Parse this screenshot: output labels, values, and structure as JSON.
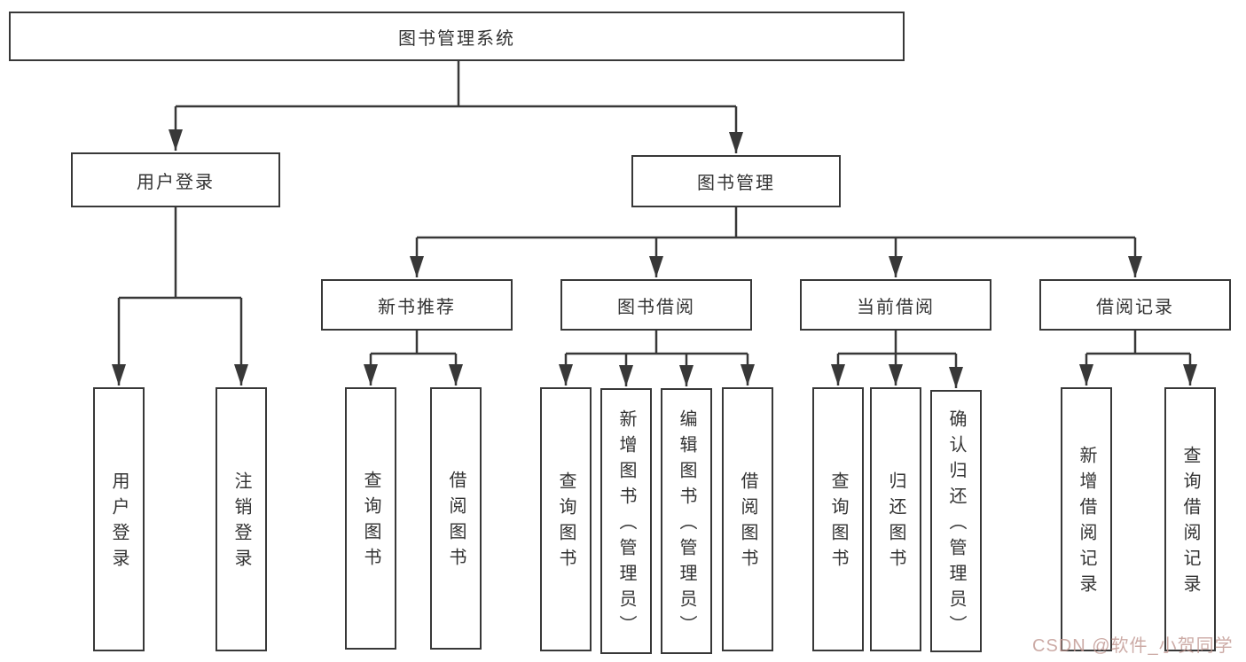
{
  "colors": {
    "line": "#383838",
    "box_border": "#383838",
    "text": "#333333",
    "watermark": "rgba(191,150,144,0.8)"
  },
  "tree": {
    "root": {
      "label": "图书管理系统"
    },
    "level2": [
      {
        "label": "用户登录",
        "leaves": [
          {
            "label": "用户登录"
          },
          {
            "label": "注销登录"
          }
        ]
      },
      {
        "label": "图书管理",
        "groups": [
          {
            "label": "新书推荐",
            "leaves": [
              {
                "label": "查询图书"
              },
              {
                "label": "借阅图书"
              }
            ]
          },
          {
            "label": "图书借阅",
            "leaves": [
              {
                "label": "查询图书"
              },
              {
                "label": "新增图书（管理员）"
              },
              {
                "label": "编辑图书（管理员）"
              },
              {
                "label": "借阅图书"
              }
            ]
          },
          {
            "label": "当前借阅",
            "leaves": [
              {
                "label": "查询图书"
              },
              {
                "label": "归还图书"
              },
              {
                "label": "确认归还（管理员）"
              }
            ]
          },
          {
            "label": "借阅记录",
            "leaves": [
              {
                "label": "新增借阅记录"
              },
              {
                "label": "查询借阅记录"
              }
            ]
          }
        ]
      }
    ]
  },
  "watermark": {
    "text": "CSDN @软件_小贺同学"
  }
}
